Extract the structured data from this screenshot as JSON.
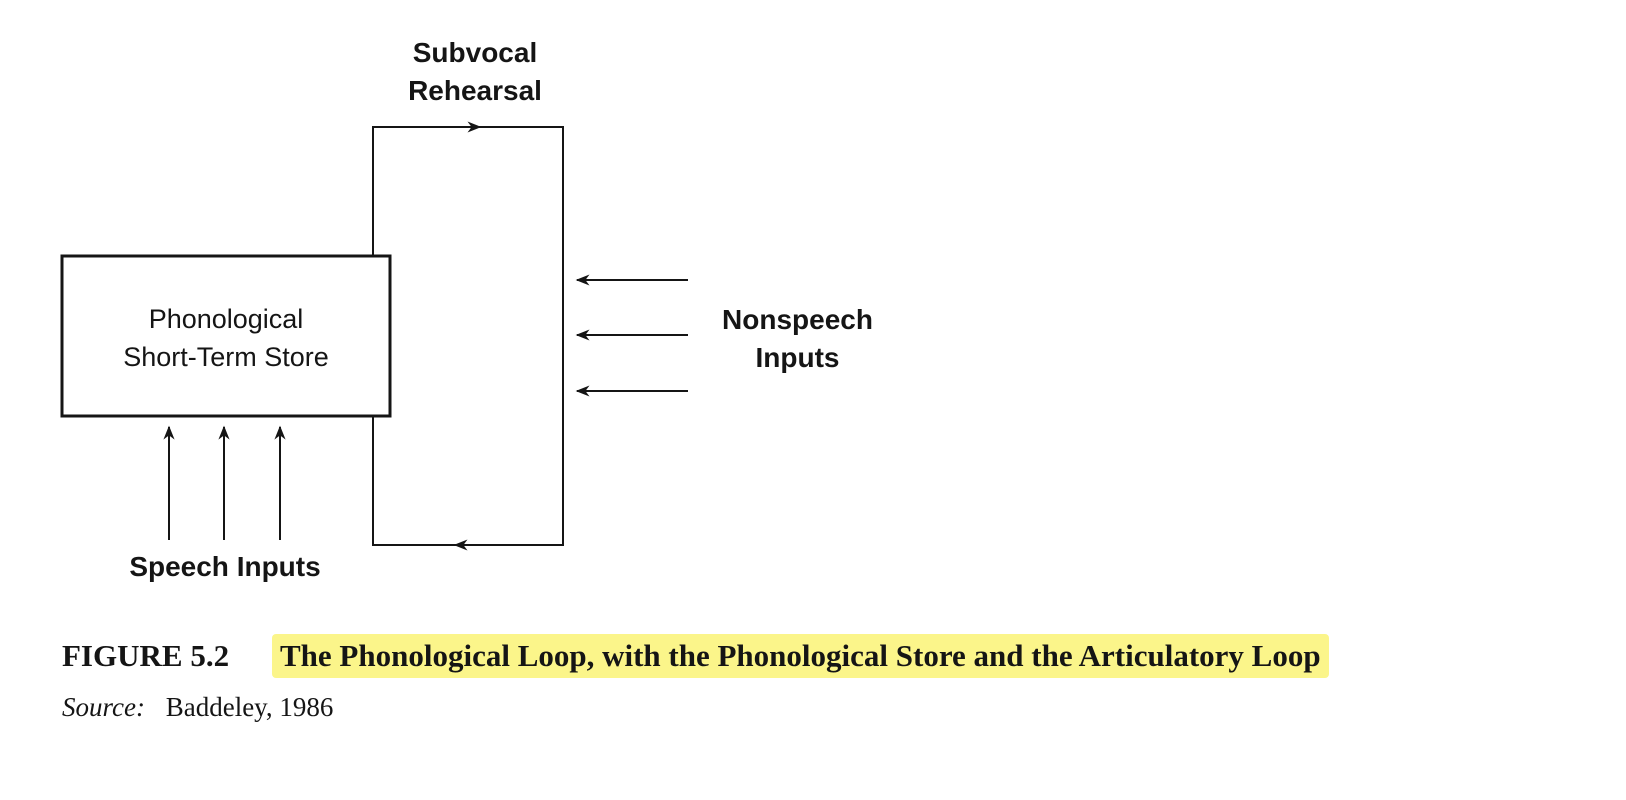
{
  "diagram": {
    "store_label_line1": "Phonological",
    "store_label_line2": "Short-Term Store",
    "rehearsal_label_line1": "Subvocal",
    "rehearsal_label_line2": "Rehearsal",
    "nonspeech_label_line1": "Nonspeech",
    "nonspeech_label_line2": "Inputs",
    "speech_label": "Speech Inputs"
  },
  "caption": {
    "figure_number": "FIGURE 5.2",
    "title": "The Phonological Loop, with the Phonological Store and the Articulatory Loop",
    "source_label": "Source:",
    "source_value": "Baddeley, 1986"
  },
  "colors": {
    "line": "#151515",
    "highlight": "#fbf58a"
  }
}
